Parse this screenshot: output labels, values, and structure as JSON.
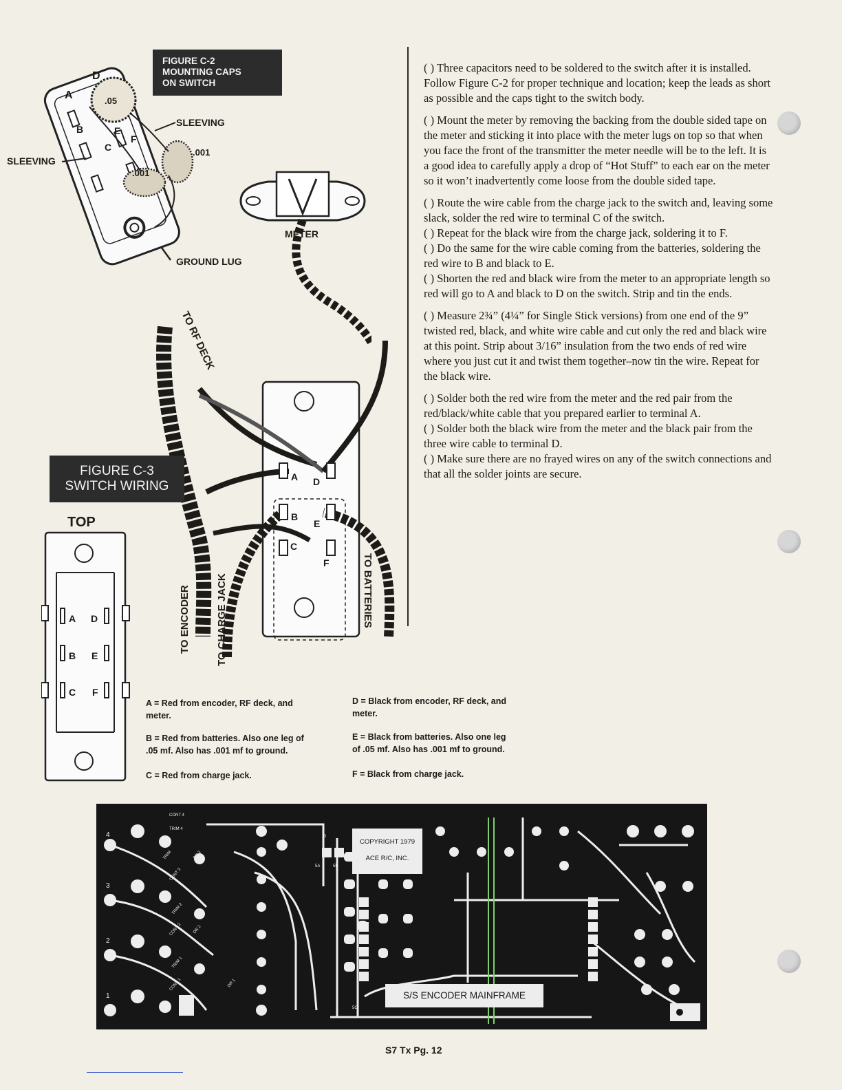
{
  "figure_c2": {
    "tag": "FIGURE C-2\nMOUNTING CAPS\nON SWITCH",
    "labels": {
      "d": "D",
      "a": "A",
      "b": "B",
      "e": "E",
      "f": "F",
      "c": "C",
      "cap_05": ".05",
      "cap_001_right": ".001",
      "cap_001_mid": ".001",
      "sleeving_right": "SLEEVING",
      "sleeving_left": "SLEEVING",
      "ground_lug": "GROUND LUG",
      "meter": "METER"
    }
  },
  "figure_c3": {
    "tag": "FIGURE C-3\nSWITCH WIRING",
    "top_label": "TOP",
    "switch_terminals": {
      "a": "A",
      "b": "B",
      "c": "C",
      "d": "D",
      "e": "E",
      "f": "F"
    },
    "wire_labels": {
      "rf_deck": "TO RF DECK",
      "encoder": "TO ENCODER",
      "charge_jack": "TO CHARGE JACK",
      "batteries": "TO BATTERIES"
    }
  },
  "instructions": [
    "(  )  Three capacitors need to be soldered to the switch after it is installed. Follow Figure C-2 for proper technique and location; keep the leads as short as possible and the caps tight to the switch body.",
    "(  )  Mount the meter by removing the backing from the double sided tape on the meter and sticking it into place with the meter lugs on top so that when you face the front of the transmitter the meter needle will be to the left. It is a good idea to carefully apply a drop of “Hot Stuff” to each ear on the meter so it won’t inadvertently come loose from the double sided tape.",
    "(  )  Route the wire cable from the charge jack to the switch and, leaving some slack, solder the red wire to terminal C of the switch.",
    "(  )  Repeat for the black wire from the charge jack, soldering it to F.",
    "(  )  Do the same for the wire cable coming from the batteries, soldering the red wire to B and black to E.",
    "(  )  Shorten the red and black wire from the meter to an appropriate length so red will go to A and black to D on the switch. Strip and tin the ends.",
    "(  )  Measure 2¾” (4¼” for Single Stick versions) from one end of the 9” twisted red, black, and white wire cable and cut only the red and black wire at this point. Strip about 3/16” insulation from the two ends of red wire where you just cut it and twist them together–now tin the wire. Repeat for the black wire.",
    "(  )  Solder both the red wire from the meter and the red pair from the red/black/white cable that you prepared earlier to terminal A.",
    "(  )  Solder both the black wire from the meter and the black pair from the three wire cable to terminal D.",
    "(  )  Make sure there are no frayed wires on any of the switch connections and that all the solder joints are secure."
  ],
  "legend": {
    "a": "A = Red from encoder, RF deck, and\n      meter.",
    "b": "B = Red from batteries. Also one leg of\n      .05 mf. Also has .001 mf to ground.",
    "c": "C = Red from charge jack.",
    "d": "D = Black from encoder, RF deck, and\n      meter.",
    "e": "E = Black from batteries. Also one leg\n      of .05 mf. Also has .001 mf to ground.",
    "f": "F = Black from charge jack."
  },
  "pcb": {
    "copyright_1": "COPYRIGHT 1979",
    "copyright_2": "ACE R/C, INC.",
    "title": "S/S ENCODER MAINFRAME",
    "pad_numbers": [
      "4",
      "3",
      "2",
      "1"
    ],
    "small_labels": [
      "CONT 4",
      "TRIM 4",
      "TRIM",
      "DR 3",
      "CONT 3",
      "TRIM 2",
      "CONT 2",
      "DR 2",
      "TRIM 1",
      "CONT 1",
      "DR 1",
      "5",
      "5A",
      "5B",
      "5C"
    ]
  },
  "footer": {
    "page": "S7 Tx Pg. 12"
  },
  "colors": {
    "paper": "#f2efe6",
    "ink": "#1d1b18",
    "tag_bg": "#2c2c2c",
    "pcb_bg": "#161616"
  }
}
